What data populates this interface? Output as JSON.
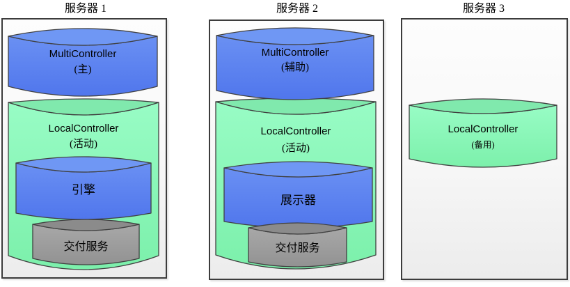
{
  "background": "#ffffff",
  "colors": {
    "stroke": "#404040",
    "box_border": "#3c3c3c",
    "box_fill_top": "#fdfdfd",
    "box_fill_bottom": "#ececec",
    "blue_body_top": "#6a90f3",
    "blue_body_bottom": "#5076ec",
    "blue_top_face": "#6f97f4",
    "green_body_top": "#98fcc5",
    "green_body_bottom": "#7cf0ab",
    "green_top_face": "#80e9ad",
    "gray_body_top": "#a8a8a8",
    "gray_body_bottom": "#929292",
    "gray_top_face": "#8b8b8b",
    "text": "#000000"
  },
  "servers": [
    {
      "title": "服务器 1",
      "components": [
        {
          "name": "MultiController",
          "role": "(主)",
          "color": "blue"
        },
        {
          "name": "LocalController",
          "role": "(活动)",
          "color": "green"
        },
        {
          "name": "引擎",
          "role": "",
          "color": "blue"
        },
        {
          "name": "交付服务",
          "role": "",
          "color": "gray"
        }
      ]
    },
    {
      "title": "服务器 2",
      "components": [
        {
          "name": "MultiController",
          "role": "(辅助)",
          "color": "blue"
        },
        {
          "name": "LocalController",
          "role": "(活动)",
          "color": "green"
        },
        {
          "name": "展示器",
          "role": "",
          "color": "blue"
        },
        {
          "name": "交付服务",
          "role": "",
          "color": "gray"
        }
      ]
    },
    {
      "title": "服务器 3",
      "components": [
        {
          "name": "LocalController",
          "role": "(备用)",
          "color": "green"
        }
      ]
    }
  ]
}
